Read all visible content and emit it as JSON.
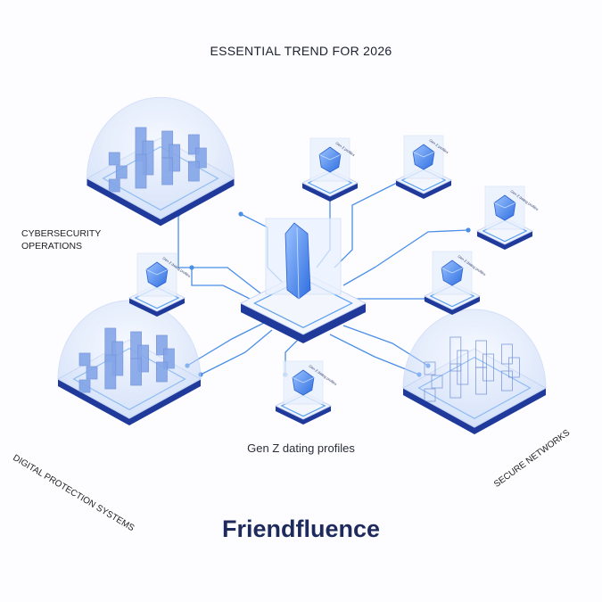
{
  "header": {
    "title": "ESSENTIAL TREND FOR 2026"
  },
  "labels": {
    "cybersecurity_line1": "CYBERSECURITY",
    "cybersecurity_line2": "OPERATIONS",
    "digital_protection": "DIGITAL PROTECTION SYSTEMS",
    "secure_networks": "SECURE NETWORKS",
    "gen_z": "Gen Z dating profiles"
  },
  "pods": [
    {
      "label": "Gen Z profiles"
    },
    {
      "label": "Gen Z profiles"
    },
    {
      "label": "Gen Z dating profiles"
    },
    {
      "label": "Gen Z dating profiles"
    },
    {
      "label": "Gen Z dating profiles"
    },
    {
      "label": "Gen Z dating profiles"
    }
  ],
  "brand": {
    "name": "Friendfluence"
  },
  "colors": {
    "accent": "#3d7be8",
    "dark_base": "#1f3a9a",
    "text": "#1f2a5c",
    "line": "#4a8ee8"
  }
}
